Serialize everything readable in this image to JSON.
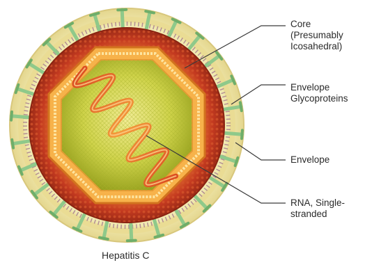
{
  "caption": "Hepatitis C",
  "labels": {
    "core": "Core\n(Presumably\nIcosahedral)",
    "glycoproteins": "Envelope\nGlycoproteins",
    "envelope": "Envelope",
    "rna": "RNA, Single-\nstranded"
  },
  "colors": {
    "envelope_outer": "#f3edae",
    "envelope_rim": "#e2d08a",
    "glycoprotein": "#8fc98a",
    "lipid_red": "#c43a20",
    "lipid_orange": "#e8802e",
    "capsid_edge": "#f7b24a",
    "core_inner": "#b8c22a",
    "core_light": "#f0e98a",
    "rna": "#e86a2a",
    "leader_line": "#3a3a3a"
  }
}
